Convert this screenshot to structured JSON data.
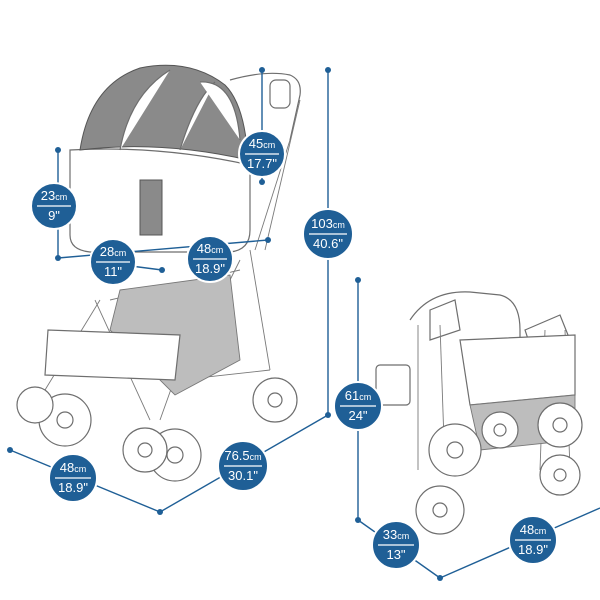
{
  "colors": {
    "badge": "#1f5f96",
    "line": "#1f5f96",
    "drawing": "#6e6e6e"
  },
  "dimensions": [
    {
      "id": "canopy-height",
      "metric": "45",
      "unit": "cm",
      "imperial": "17.7\""
    },
    {
      "id": "cabin-height",
      "metric": "23",
      "unit": "cm",
      "imperial": "9\""
    },
    {
      "id": "cabin-depth",
      "metric": "28",
      "unit": "cm",
      "imperial": "11\""
    },
    {
      "id": "cabin-length",
      "metric": "48",
      "unit": "cm",
      "imperial": "18.9\""
    },
    {
      "id": "total-height",
      "metric": "103",
      "unit": "cm",
      "imperial": "40.6\""
    },
    {
      "id": "width",
      "metric": "48",
      "unit": "cm",
      "imperial": "18.9\""
    },
    {
      "id": "length",
      "metric": "76.5",
      "unit": "cm",
      "imperial": "30.1\""
    },
    {
      "id": "folded-height",
      "metric": "61",
      "unit": "cm",
      "imperial": "24\""
    },
    {
      "id": "folded-depth",
      "metric": "33",
      "unit": "cm",
      "imperial": "13\""
    },
    {
      "id": "folded-width",
      "metric": "48",
      "unit": "cm",
      "imperial": "18.9\""
    }
  ]
}
